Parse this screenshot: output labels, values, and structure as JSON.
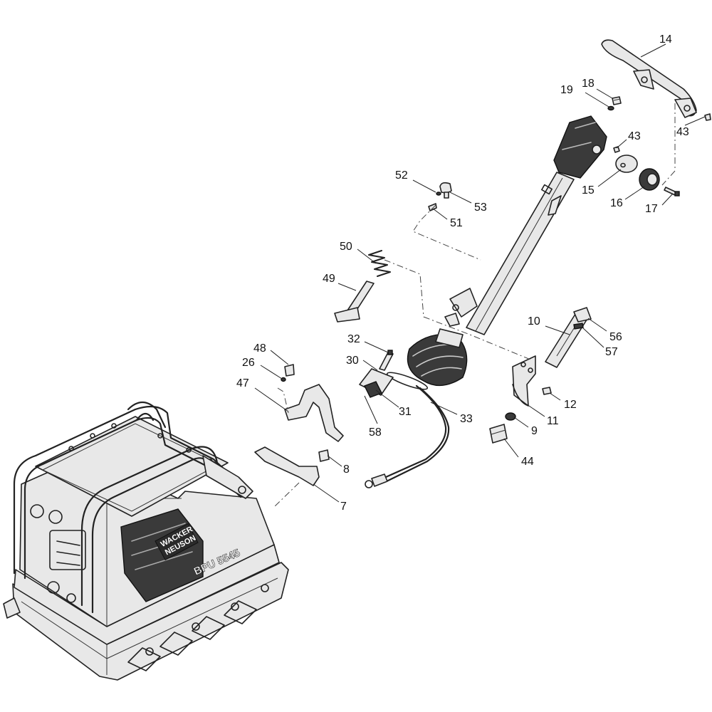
{
  "callouts": {
    "c14": "14",
    "c18": "18",
    "c19": "19",
    "c43a": "43",
    "c43b": "43",
    "c15": "15",
    "c16": "16",
    "c17": "17",
    "c52": "52",
    "c53": "53",
    "c51": "51",
    "c50": "50",
    "c49": "49",
    "c10": "10",
    "c56": "56",
    "c57": "57",
    "c32": "32",
    "c30": "30",
    "c48": "48",
    "c26": "26",
    "c47": "47",
    "c31": "31",
    "c58": "58",
    "c33": "33",
    "c12": "12",
    "c11": "11",
    "c9": "9",
    "c44": "44",
    "c8": "8",
    "c7": "7"
  },
  "machine": {
    "brand_line1": "WACKER",
    "brand_line2": "NEUSON",
    "model": "BPU 5545"
  }
}
